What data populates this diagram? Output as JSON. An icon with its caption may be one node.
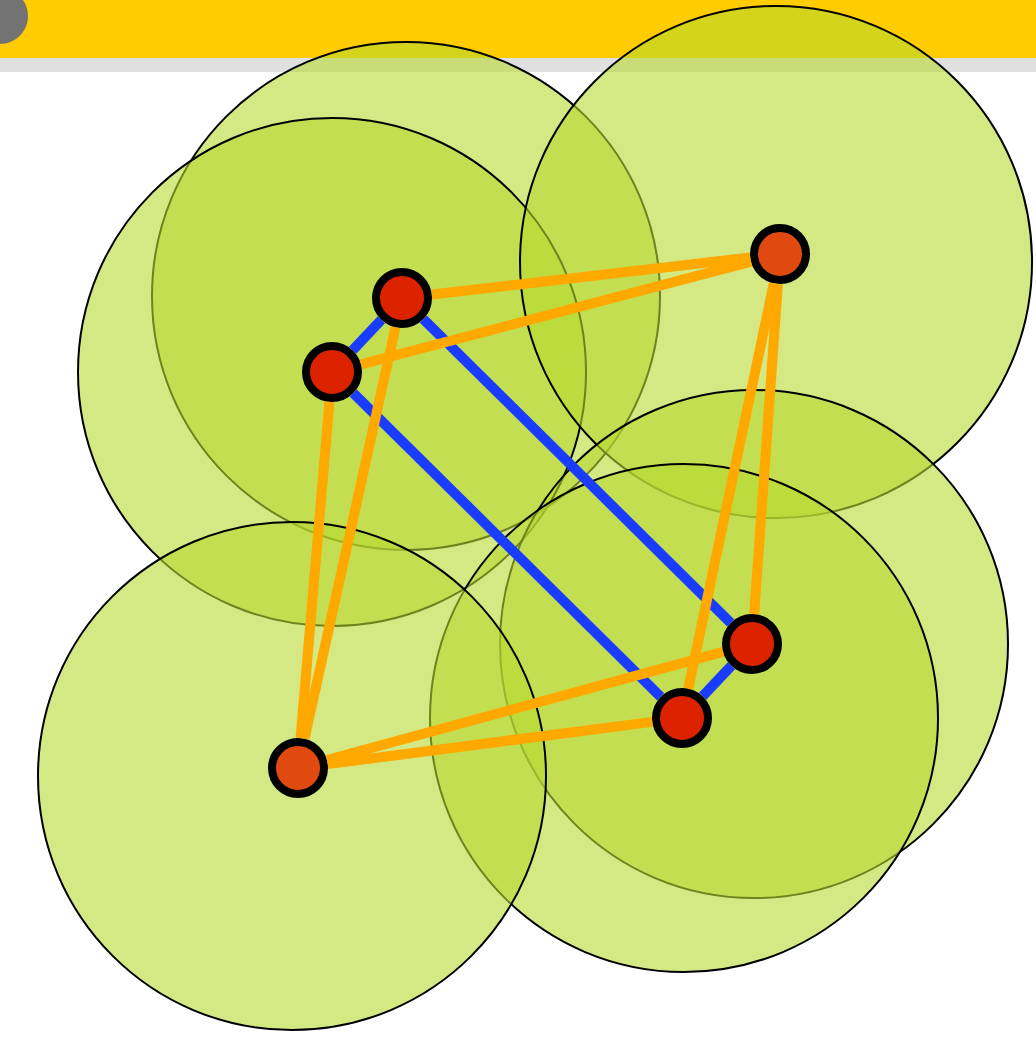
{
  "diagram": {
    "nodes": [
      {
        "text": [],
        "shape": "circle"
      },
      {
        "text": [],
        "shape": "circle"
      },
      {
        "text": [],
        "shape": "circle"
      },
      {
        "text": [],
        "shape": "circle"
      },
      {
        "text": [],
        "shape": "circle"
      },
      {
        "text": [],
        "shape": "circle"
      }
    ],
    "edges": [
      {
        "from": 0,
        "to": 1,
        "arrow": "none",
        "color": "#1a3cff"
      },
      {
        "from": 0,
        "to": 3,
        "arrow": "none",
        "color": "#1a3cff"
      },
      {
        "from": 1,
        "to": 4,
        "arrow": "none",
        "color": "#1a3cff"
      },
      {
        "from": 3,
        "to": 4,
        "arrow": "none",
        "color": "#1a3cff"
      },
      {
        "from": 0,
        "to": 2,
        "arrow": "none"
      },
      {
        "from": 1,
        "to": 2,
        "arrow": "none"
      },
      {
        "from": 2,
        "to": 3,
        "arrow": "none"
      },
      {
        "from": 2,
        "to": 4,
        "arrow": "none"
      },
      {
        "from": 0,
        "to": 5,
        "arrow": "none"
      },
      {
        "from": 1,
        "to": 5,
        "arrow": "none"
      },
      {
        "from": 5,
        "to": 3,
        "arrow": "none"
      },
      {
        "from": 5,
        "to": 4,
        "arrow": "none"
      }
    ]
  }
}
